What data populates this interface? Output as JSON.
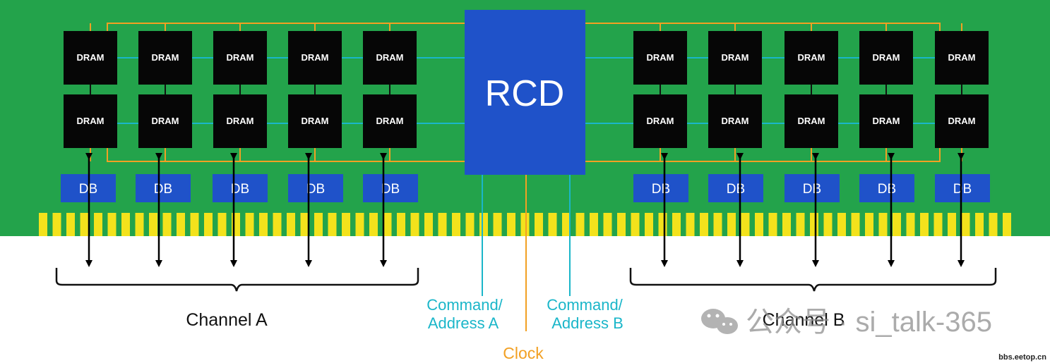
{
  "rcd": {
    "label": "RCD"
  },
  "dram": {
    "label": "DRAM"
  },
  "db": {
    "label": "DB"
  },
  "channel_a": {
    "label": "Channel A"
  },
  "channel_b": {
    "label": "Channel B"
  },
  "command_a": {
    "line1": "Command/",
    "line2": "Address A"
  },
  "command_b": {
    "line1": "Command/",
    "line2": "Address B"
  },
  "clock": {
    "label": "Clock"
  },
  "watermark": {
    "text": "公众号 · si_talk-365",
    "site": "bbs.eetop.cn"
  },
  "colors": {
    "pcb": "#23a34b",
    "chip": "#060606",
    "rcd": "#1f52c9",
    "db": "#1f52c9",
    "pins": "#f3e21c",
    "bus": "#1ab6c9",
    "clock": "#f2a023"
  }
}
